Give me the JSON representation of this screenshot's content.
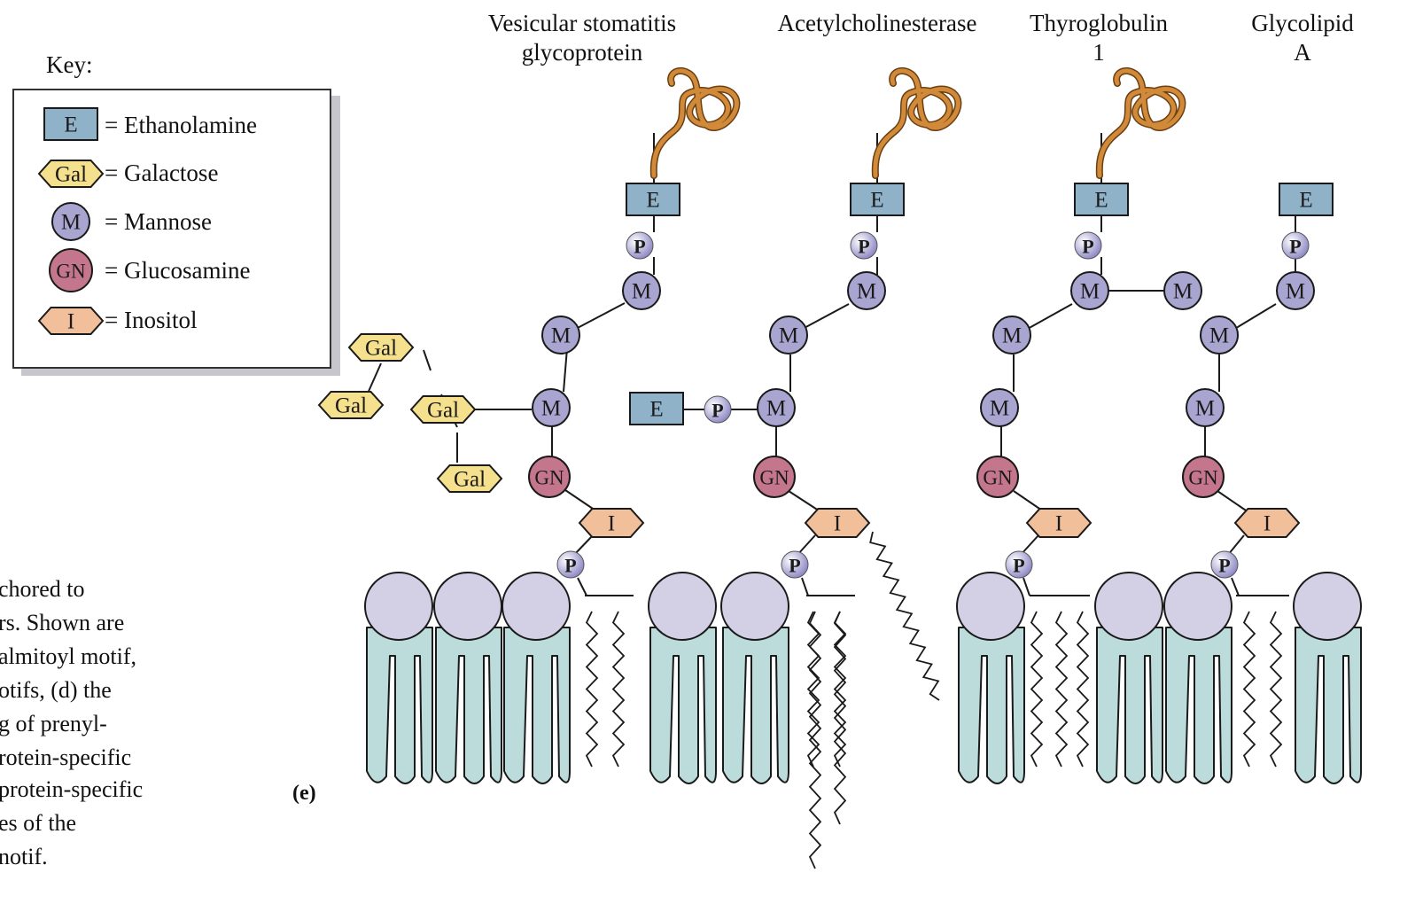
{
  "key": {
    "title": "Key:",
    "items": [
      {
        "symbol": "E",
        "label": "= Ethanolamine",
        "shape": "rectangle",
        "color": "#8fb2c9"
      },
      {
        "symbol": "Gal",
        "label": "= Galactose",
        "shape": "hexagon",
        "color": "#f5e08e"
      },
      {
        "symbol": "M",
        "label": "= Mannose",
        "shape": "circle",
        "color": "#a9a5d1"
      },
      {
        "symbol": "GN",
        "label": "= Glucosamine",
        "shape": "circle",
        "color": "#c4768c"
      },
      {
        "symbol": "I",
        "label": "= Inositol",
        "shape": "hexagon",
        "color": "#f2bf9b"
      }
    ]
  },
  "columns": [
    {
      "title_line1": "Vesicular stomatitis",
      "title_line2": "glycoprotein"
    },
    {
      "title_line1": "Acetylcholinesterase",
      "title_line2": ""
    },
    {
      "title_line1": "Thyroglobulin",
      "title_line2": "1"
    },
    {
      "title_line1": "Glycolipid",
      "title_line2": "A"
    }
  ],
  "symbols": {
    "phosphate": "P",
    "ethanolamine": "E",
    "mannose": "M",
    "glucosamine": "GN",
    "inositol": "I",
    "galactose": "Gal"
  },
  "panel_label": "(e)",
  "caption_fragment": [
    "chored to",
    "rs. Shown are",
    "almitoyl motif,",
    "otifs, (d) the",
    "g of prenyl-",
    "rotein-specific",
    "protein-specific",
    "es of the",
    "notif."
  ],
  "colors": {
    "membrane_head": "#d3d0e6",
    "membrane_tail": "#bcdcdc",
    "protein_coil": "#d08a3a",
    "phosphate": "#8b86c4"
  }
}
